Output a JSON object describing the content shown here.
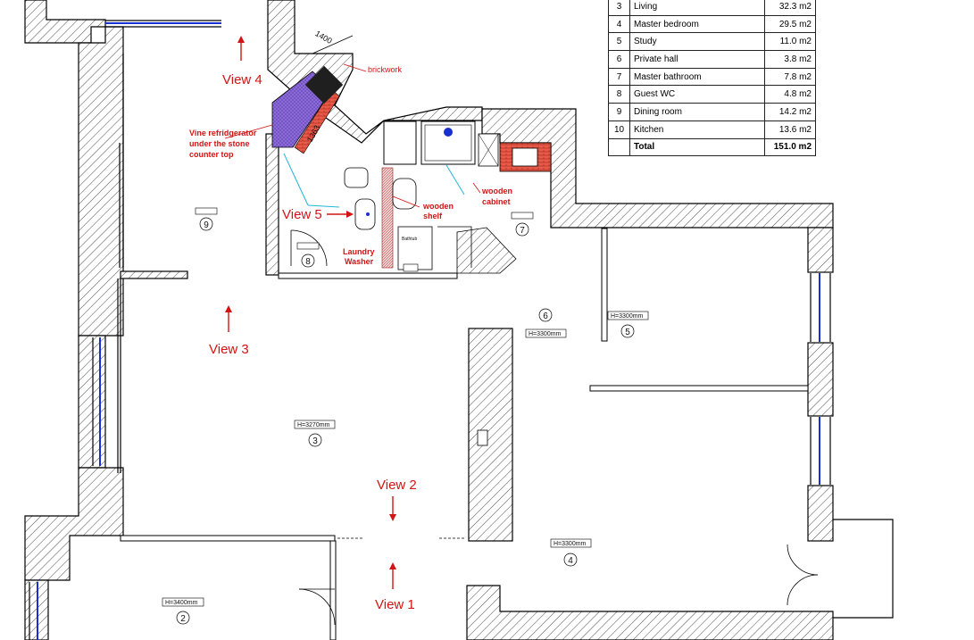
{
  "room_table": {
    "rows": [
      {
        "no": "3",
        "name": "Living",
        "area": "32.3",
        "unit": "m2"
      },
      {
        "no": "4",
        "name": "Master bedroom",
        "area": "29.5",
        "unit": "m2"
      },
      {
        "no": "5",
        "name": "Study",
        "area": "11.0",
        "unit": "m2"
      },
      {
        "no": "6",
        "name": "Private hall",
        "area": "3.8",
        "unit": "m2"
      },
      {
        "no": "7",
        "name": "Master bathroom",
        "area": "7.8",
        "unit": "m2"
      },
      {
        "no": "8",
        "name": "Guest WC",
        "area": "4.8",
        "unit": "m2"
      },
      {
        "no": "9",
        "name": "Dining room",
        "area": "14.2",
        "unit": "m2"
      },
      {
        "no": "10",
        "name": "Kitchen",
        "area": "13.6",
        "unit": "m2"
      }
    ],
    "total": {
      "name": "Total",
      "area": "151.0",
      "unit": "m2"
    }
  },
  "views": {
    "v1": "View 1",
    "v2": "View 2",
    "v3": "View 3",
    "v4": "View 4",
    "v5": "View 5"
  },
  "annotations": {
    "brickwork": "brickwork",
    "dim_1400": "1400",
    "dim_1363": "1363",
    "vine_fridge": [
      "Vine refridgerator",
      "under the stone",
      "counter top"
    ],
    "wooden_shelf": [
      "wooden",
      "shelf"
    ],
    "wooden_cabinet": [
      "wooden",
      "cabinet"
    ],
    "laundry": [
      "Laundry",
      "Washer"
    ],
    "bathtub": "Bathtub"
  },
  "rooms": {
    "r2": {
      "no": "2",
      "height": "H=3400mm"
    },
    "r3": {
      "no": "3",
      "height": "H=3270mm"
    },
    "r4": {
      "no": "4",
      "height": "H=3300mm"
    },
    "r5": {
      "no": "5",
      "height": "H=3300mm"
    },
    "r6": {
      "no": "6",
      "height": "H=3300mm"
    },
    "r7": {
      "no": "7"
    },
    "r8": {
      "no": "8"
    },
    "r9": {
      "no": "9"
    }
  },
  "colors": {
    "annotation_red": "#d21414",
    "window_blue": "#1a2fd0",
    "door_swing_cyan": "#22b5d6",
    "fridge_purple": "#8c6bd9",
    "brick_red": "#d9463a"
  }
}
